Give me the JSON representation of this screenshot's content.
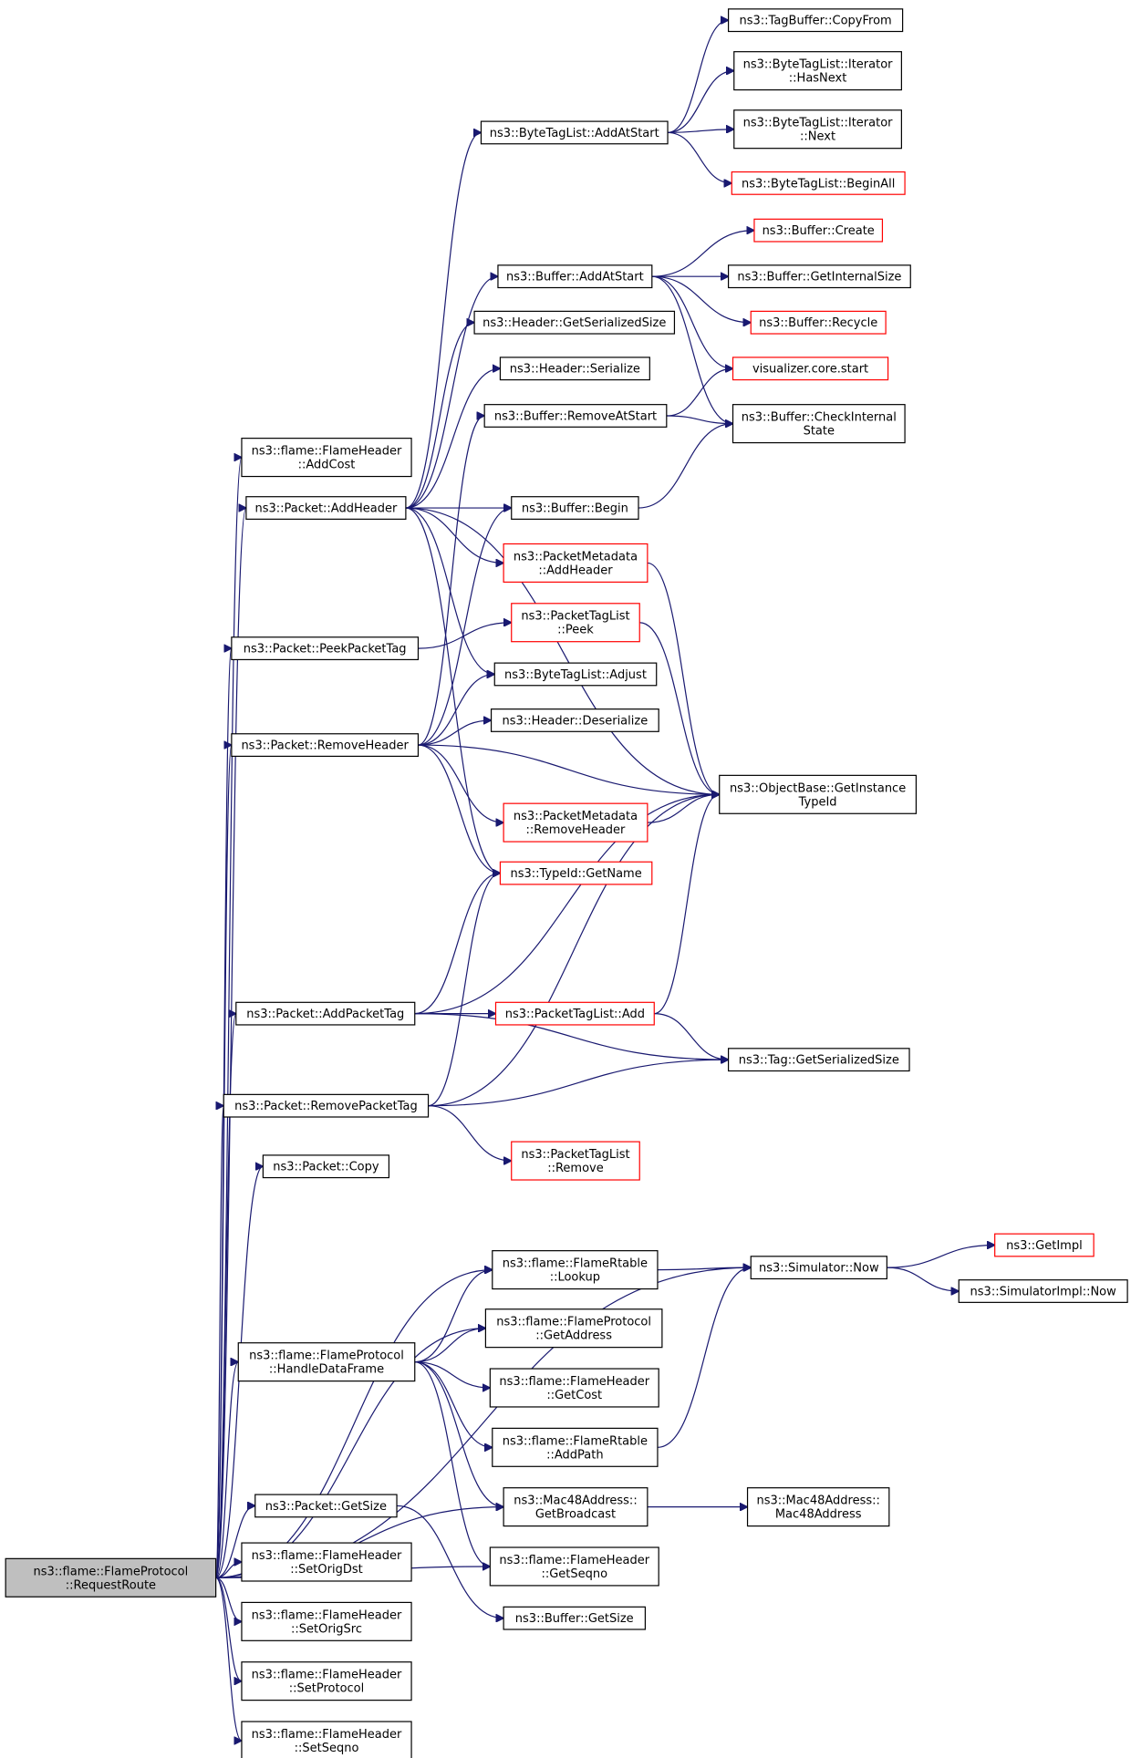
{
  "diagram": {
    "root": "request-route",
    "nodes": [
      {
        "id": "request-route",
        "lines": [
          "ns3::flame::FlameProtocol",
          "::RequestRoute"
        ],
        "style": "root"
      },
      {
        "id": "tagbuffer-copyfrom",
        "lines": [
          "ns3::TagBuffer::CopyFrom"
        ],
        "style": "normal"
      },
      {
        "id": "bytetaglist-iterator-hasnext",
        "lines": [
          "ns3::ByteTagList::Iterator",
          "::HasNext"
        ],
        "style": "normal"
      },
      {
        "id": "bytetaglist-addatstart",
        "lines": [
          "ns3::ByteTagList::AddAtStart"
        ],
        "style": "normal"
      },
      {
        "id": "bytetaglist-iterator-next",
        "lines": [
          "ns3::ByteTagList::Iterator",
          "::Next"
        ],
        "style": "normal"
      },
      {
        "id": "bytetaglist-beginall",
        "lines": [
          "ns3::ByteTagList::BeginAll"
        ],
        "style": "truncated"
      },
      {
        "id": "buffer-create",
        "lines": [
          "ns3::Buffer::Create"
        ],
        "style": "truncated"
      },
      {
        "id": "buffer-addatstart",
        "lines": [
          "ns3::Buffer::AddAtStart"
        ],
        "style": "normal"
      },
      {
        "id": "buffer-getinternalsize",
        "lines": [
          "ns3::Buffer::GetInternalSize"
        ],
        "style": "normal"
      },
      {
        "id": "header-getserializedsize",
        "lines": [
          "ns3::Header::GetSerializedSize"
        ],
        "style": "normal"
      },
      {
        "id": "buffer-recycle",
        "lines": [
          "ns3::Buffer::Recycle"
        ],
        "style": "truncated"
      },
      {
        "id": "header-serialize",
        "lines": [
          "ns3::Header::Serialize"
        ],
        "style": "normal"
      },
      {
        "id": "visualizer-core-start",
        "lines": [
          "visualizer.core.start"
        ],
        "style": "truncated"
      },
      {
        "id": "buffer-removeatstart",
        "lines": [
          "ns3::Buffer::RemoveAtStart"
        ],
        "style": "normal"
      },
      {
        "id": "buffer-checkinternalstate",
        "lines": [
          "ns3::Buffer::CheckInternal",
          "State"
        ],
        "style": "normal"
      },
      {
        "id": "flameheader-addcost",
        "lines": [
          "ns3::flame::FlameHeader",
          "::AddCost"
        ],
        "style": "normal"
      },
      {
        "id": "packet-addheader",
        "lines": [
          "ns3::Packet::AddHeader"
        ],
        "style": "normal"
      },
      {
        "id": "buffer-begin",
        "lines": [
          "ns3::Buffer::Begin"
        ],
        "style": "normal"
      },
      {
        "id": "packetmetadata-addheader",
        "lines": [
          "ns3::PacketMetadata",
          "::AddHeader"
        ],
        "style": "truncated"
      },
      {
        "id": "packettaglist-peek",
        "lines": [
          "ns3::PacketTagList",
          "::Peek"
        ],
        "style": "truncated"
      },
      {
        "id": "packet-peekpackettag",
        "lines": [
          "ns3::Packet::PeekPacketTag"
        ],
        "style": "normal"
      },
      {
        "id": "bytetaglist-adjust",
        "lines": [
          "ns3::ByteTagList::Adjust"
        ],
        "style": "normal"
      },
      {
        "id": "header-deserialize",
        "lines": [
          "ns3::Header::Deserialize"
        ],
        "style": "normal"
      },
      {
        "id": "packet-removeheader",
        "lines": [
          "ns3::Packet::RemoveHeader"
        ],
        "style": "normal"
      },
      {
        "id": "objectbase-getinstancetypeid",
        "lines": [
          "ns3::ObjectBase::GetInstance",
          "TypeId"
        ],
        "style": "normal"
      },
      {
        "id": "packetmetadata-removeheader",
        "lines": [
          "ns3::PacketMetadata",
          "::RemoveHeader"
        ],
        "style": "truncated"
      },
      {
        "id": "typeid-getname",
        "lines": [
          "ns3::TypeId::GetName"
        ],
        "style": "truncated"
      },
      {
        "id": "packet-addpackettag",
        "lines": [
          "ns3::Packet::AddPacketTag"
        ],
        "style": "normal"
      },
      {
        "id": "packettaglist-add",
        "lines": [
          "ns3::PacketTagList::Add"
        ],
        "style": "truncated"
      },
      {
        "id": "tag-getserializedsize",
        "lines": [
          "ns3::Tag::GetSerializedSize"
        ],
        "style": "normal"
      },
      {
        "id": "packet-removepackettag",
        "lines": [
          "ns3::Packet::RemovePacketTag"
        ],
        "style": "normal"
      },
      {
        "id": "packettaglist-remove",
        "lines": [
          "ns3::PacketTagList",
          "::Remove"
        ],
        "style": "truncated"
      },
      {
        "id": "packet-copy",
        "lines": [
          "ns3::Packet::Copy"
        ],
        "style": "normal"
      },
      {
        "id": "getimpl",
        "lines": [
          "ns3::GetImpl"
        ],
        "style": "truncated"
      },
      {
        "id": "flamertable-lookup",
        "lines": [
          "ns3::flame::FlameRtable",
          "::Lookup"
        ],
        "style": "normal"
      },
      {
        "id": "simulator-now",
        "lines": [
          "ns3::Simulator::Now"
        ],
        "style": "normal"
      },
      {
        "id": "simulatorimpl-now",
        "lines": [
          "ns3::SimulatorImpl::Now"
        ],
        "style": "normal"
      },
      {
        "id": "flameprotocol-getaddress",
        "lines": [
          "ns3::flame::FlameProtocol",
          "::GetAddress"
        ],
        "style": "normal"
      },
      {
        "id": "flameprotocol-handledataframe",
        "lines": [
          "ns3::flame::FlameProtocol",
          "::HandleDataFrame"
        ],
        "style": "normal"
      },
      {
        "id": "flameheader-getcost",
        "lines": [
          "ns3::flame::FlameHeader",
          "::GetCost"
        ],
        "style": "normal"
      },
      {
        "id": "flamertable-addpath",
        "lines": [
          "ns3::flame::FlameRtable",
          "::AddPath"
        ],
        "style": "normal"
      },
      {
        "id": "mac48address-getbroadcast",
        "lines": [
          "ns3::Mac48Address::",
          "GetBroadcast"
        ],
        "style": "normal"
      },
      {
        "id": "mac48address-mac48address",
        "lines": [
          "ns3::Mac48Address::",
          "Mac48Address"
        ],
        "style": "normal"
      },
      {
        "id": "packet-getsize",
        "lines": [
          "ns3::Packet::GetSize"
        ],
        "style": "normal"
      },
      {
        "id": "flameheader-setorigdst",
        "lines": [
          "ns3::flame::FlameHeader",
          "::SetOrigDst"
        ],
        "style": "normal"
      },
      {
        "id": "flameheader-getseqno",
        "lines": [
          "ns3::flame::FlameHeader",
          "::GetSeqno"
        ],
        "style": "normal"
      },
      {
        "id": "buffer-getsize",
        "lines": [
          "ns3::Buffer::GetSize"
        ],
        "style": "normal"
      },
      {
        "id": "flameheader-setorigsrc",
        "lines": [
          "ns3::flame::FlameHeader",
          "::SetOrigSrc"
        ],
        "style": "normal"
      },
      {
        "id": "flameheader-setprotocol",
        "lines": [
          "ns3::flame::FlameHeader",
          "::SetProtocol"
        ],
        "style": "normal"
      },
      {
        "id": "flameheader-setseqno",
        "lines": [
          "ns3::flame::FlameHeader",
          "::SetSeqno"
        ],
        "style": "normal"
      }
    ],
    "edges": [
      {
        "from": "request-route",
        "to": "flameheader-addcost"
      },
      {
        "from": "request-route",
        "to": "packet-addheader"
      },
      {
        "from": "request-route",
        "to": "packet-peekpackettag"
      },
      {
        "from": "request-route",
        "to": "packet-removeheader"
      },
      {
        "from": "request-route",
        "to": "packet-addpackettag"
      },
      {
        "from": "request-route",
        "to": "packet-removepackettag"
      },
      {
        "from": "request-route",
        "to": "packet-copy"
      },
      {
        "from": "request-route",
        "to": "simulator-now"
      },
      {
        "from": "request-route",
        "to": "flamertable-lookup"
      },
      {
        "from": "request-route",
        "to": "flameprotocol-getaddress"
      },
      {
        "from": "request-route",
        "to": "flameprotocol-handledataframe"
      },
      {
        "from": "request-route",
        "to": "mac48address-getbroadcast"
      },
      {
        "from": "request-route",
        "to": "flameheader-getseqno"
      },
      {
        "from": "request-route",
        "to": "packet-getsize"
      },
      {
        "from": "request-route",
        "to": "flameheader-setorigdst"
      },
      {
        "from": "request-route",
        "to": "flameheader-setorigsrc"
      },
      {
        "from": "request-route",
        "to": "flameheader-setprotocol"
      },
      {
        "from": "request-route",
        "to": "flameheader-setseqno"
      },
      {
        "from": "bytetaglist-addatstart",
        "to": "tagbuffer-copyfrom"
      },
      {
        "from": "bytetaglist-addatstart",
        "to": "bytetaglist-iterator-hasnext"
      },
      {
        "from": "bytetaglist-addatstart",
        "to": "bytetaglist-iterator-next"
      },
      {
        "from": "bytetaglist-addatstart",
        "to": "bytetaglist-beginall"
      },
      {
        "from": "buffer-addatstart",
        "to": "buffer-create"
      },
      {
        "from": "buffer-addatstart",
        "to": "buffer-getinternalsize"
      },
      {
        "from": "buffer-addatstart",
        "to": "buffer-recycle"
      },
      {
        "from": "buffer-addatstart",
        "to": "visualizer-core-start"
      },
      {
        "from": "buffer-addatstart",
        "to": "buffer-checkinternalstate"
      },
      {
        "from": "buffer-removeatstart",
        "to": "visualizer-core-start"
      },
      {
        "from": "buffer-removeatstart",
        "to": "buffer-checkinternalstate"
      },
      {
        "from": "buffer-begin",
        "to": "buffer-checkinternalstate"
      },
      {
        "from": "packet-addheader",
        "to": "bytetaglist-addatstart"
      },
      {
        "from": "packet-addheader",
        "to": "buffer-addatstart"
      },
      {
        "from": "packet-addheader",
        "to": "header-getserializedsize"
      },
      {
        "from": "packet-addheader",
        "to": "header-serialize"
      },
      {
        "from": "packet-addheader",
        "to": "buffer-begin"
      },
      {
        "from": "packet-addheader",
        "to": "objectbase-getinstancetypeid"
      },
      {
        "from": "packet-addheader",
        "to": "packetmetadata-addheader"
      },
      {
        "from": "packet-addheader",
        "to": "bytetaglist-adjust"
      },
      {
        "from": "packet-addheader",
        "to": "typeid-getname"
      },
      {
        "from": "packetmetadata-addheader",
        "to": "objectbase-getinstancetypeid"
      },
      {
        "from": "packet-peekpackettag",
        "to": "packettaglist-peek"
      },
      {
        "from": "packettaglist-peek",
        "to": "objectbase-getinstancetypeid"
      },
      {
        "from": "packet-removeheader",
        "to": "buffer-removeatstart"
      },
      {
        "from": "packet-removeheader",
        "to": "buffer-begin"
      },
      {
        "from": "packet-removeheader",
        "to": "bytetaglist-adjust"
      },
      {
        "from": "packet-removeheader",
        "to": "header-deserialize"
      },
      {
        "from": "packet-removeheader",
        "to": "objectbase-getinstancetypeid"
      },
      {
        "from": "packet-removeheader",
        "to": "packetmetadata-removeheader"
      },
      {
        "from": "packet-removeheader",
        "to": "typeid-getname"
      },
      {
        "from": "packetmetadata-removeheader",
        "to": "objectbase-getinstancetypeid"
      },
      {
        "from": "packet-addpackettag",
        "to": "typeid-getname"
      },
      {
        "from": "packet-addpackettag",
        "to": "objectbase-getinstancetypeid"
      },
      {
        "from": "packet-addpackettag",
        "to": "packettaglist-add"
      },
      {
        "from": "packet-addpackettag",
        "to": "tag-getserializedsize"
      },
      {
        "from": "packettaglist-add",
        "to": "objectbase-getinstancetypeid"
      },
      {
        "from": "packettaglist-add",
        "to": "tag-getserializedsize"
      },
      {
        "from": "packet-removepackettag",
        "to": "typeid-getname"
      },
      {
        "from": "packet-removepackettag",
        "to": "objectbase-getinstancetypeid"
      },
      {
        "from": "packet-removepackettag",
        "to": "tag-getserializedsize"
      },
      {
        "from": "packet-removepackettag",
        "to": "packettaglist-remove"
      },
      {
        "from": "simulator-now",
        "to": "getimpl"
      },
      {
        "from": "simulator-now",
        "to": "simulatorimpl-now"
      },
      {
        "from": "flamertable-lookup",
        "to": "simulator-now"
      },
      {
        "from": "flameprotocol-handledataframe",
        "to": "flamertable-lookup"
      },
      {
        "from": "flameprotocol-handledataframe",
        "to": "flameprotocol-getaddress"
      },
      {
        "from": "flameprotocol-handledataframe",
        "to": "flameheader-getcost"
      },
      {
        "from": "flameprotocol-handledataframe",
        "to": "flamertable-addpath"
      },
      {
        "from": "flameprotocol-handledataframe",
        "to": "mac48address-getbroadcast"
      },
      {
        "from": "flameprotocol-handledataframe",
        "to": "flameheader-getseqno"
      },
      {
        "from": "flamertable-addpath",
        "to": "simulator-now"
      },
      {
        "from": "mac48address-getbroadcast",
        "to": "mac48address-mac48address"
      },
      {
        "from": "packet-getsize",
        "to": "buffer-getsize"
      }
    ]
  },
  "colors": {
    "edge": "#191970",
    "node_border": "#000000",
    "truncated_border": "#ff0000",
    "root_fill": "#bfbfbf",
    "node_fill": "#ffffff"
  }
}
